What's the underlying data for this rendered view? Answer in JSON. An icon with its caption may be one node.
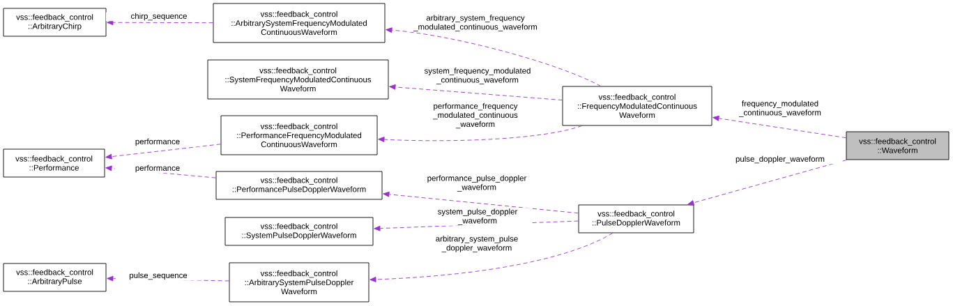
{
  "diagram": {
    "nodes": [
      {
        "text": [
          "vss::feedback_control ::ArbitraryChirp"
        ]
      },
      {
        "text": [
          "vss::feedback_control ::ArbitrarySystemFrequencyModulated ContinuousWaveform"
        ]
      },
      {
        "text": [
          "vss::feedback_control ::SystemFrequencyModulatedContinuous Waveform"
        ]
      },
      {
        "text": [
          "vss::feedback_control ::PerformanceFrequencyModulated ContinuousWaveform"
        ]
      },
      {
        "text": [
          "vss::feedback_control ::Performance"
        ]
      },
      {
        "text": [
          "vss::feedback_control ::PerformancePulseDopplerWaveform"
        ]
      },
      {
        "text": [
          "vss::feedback_control ::SystemPulseDopplerWaveform"
        ]
      },
      {
        "text": [
          "vss::feedback_control ::ArbitraryPulse"
        ]
      },
      {
        "text": [
          "vss::feedback_control ::ArbitrarySystemPulseDoppler Waveform"
        ]
      },
      {
        "text": [
          "vss::feedback_control ::FrequencyModulatedContinuous Waveform"
        ]
      },
      {
        "text": [
          "vss::feedback_control ::PulseDopplerWaveform"
        ]
      },
      {
        "text": [
          "vss::feedback_control ::Waveform"
        ]
      }
    ],
    "edges": [
      {
        "from": 1,
        "to": 0,
        "arrow": "to",
        "label": "chirp_sequence",
        "style": "dashed"
      },
      {
        "from": 9,
        "to": 1,
        "arrow": "to",
        "label": "arbitrary_system_frequency _modulated_continuous_waveform",
        "style": "dashed"
      },
      {
        "from": 9,
        "to": 2,
        "arrow": "to",
        "label": "system_frequency_modulated _continuous_waveform",
        "style": "dashed"
      },
      {
        "from": 9,
        "to": 3,
        "arrow": "to",
        "label": "performance_frequency _modulated_continuous _waveform",
        "style": "dashed"
      },
      {
        "from": 3,
        "to": 4,
        "arrow": "to",
        "label": "performance",
        "style": "dashed"
      },
      {
        "from": 5,
        "to": 4,
        "arrow": "to",
        "label": "performance",
        "style": "dashed"
      },
      {
        "from": 11,
        "to": 9,
        "arrow": "to",
        "label": "frequency_modulated _continuous_waveform",
        "style": "dashed"
      },
      {
        "from": 11,
        "to": 10,
        "arrow": "to",
        "label": "pulse_doppler_waveform",
        "style": "dashed"
      },
      {
        "from": 10,
        "to": 5,
        "arrow": "to",
        "label": "performance_pulse_doppler _waveform",
        "style": "dashed"
      },
      {
        "from": 10,
        "to": 6,
        "arrow": "to",
        "label": "system_pulse_doppler _waveform",
        "style": "dashed"
      },
      {
        "from": 10,
        "to": 8,
        "arrow": "to",
        "label": "arbitrary_system_pulse _doppler_waveform",
        "style": "dashed"
      },
      {
        "from": 8,
        "to": 7,
        "arrow": "to",
        "label": "pulse_sequence",
        "style": "dashed"
      }
    ]
  }
}
